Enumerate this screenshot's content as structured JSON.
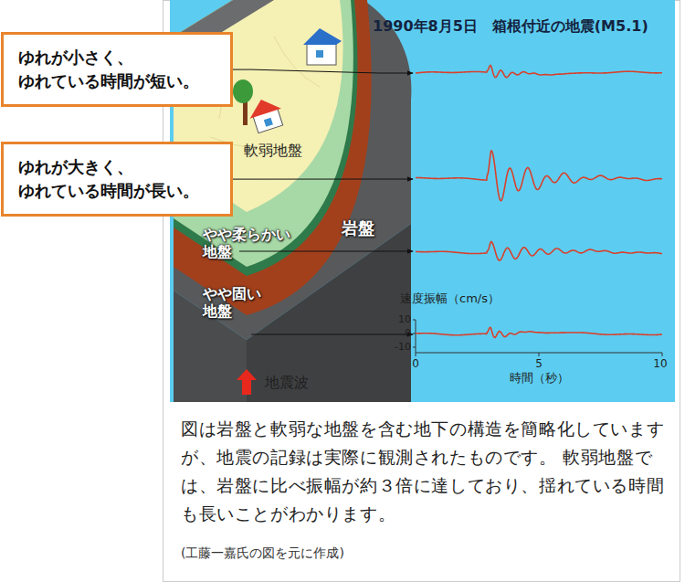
{
  "diagram": {
    "title": "1990年8月5日　箱根付近の地震(M5.1)",
    "caption": "図は岩盤と軟弱な地盤を含む地下の構造を簡略化していますが、地震の記録は実際に観測されたものです。 軟弱地盤では、岩盤に比べ振幅が約３倍に達しており、揺れている時間も長いことがわかります。",
    "nodes": [
      {
        "text": [
          "ゆれが小さく、 ゆれている時間が短い。"
        ]
      },
      {
        "text": [
          "ゆれが大きく、 ゆれている時間が長い。"
        ]
      }
    ],
    "labels": [
      "軟弱地盤",
      "やや柔らかい 地盤",
      "やや固い 地盤",
      "岩盤",
      "地震波",
      "速度振幅（cm/s）",
      "10",
      "0",
      "-10",
      "0",
      "5",
      "10",
      "時間（秒）",
      "(工藤一嘉氏の図を元に作成)"
    ]
  }
}
